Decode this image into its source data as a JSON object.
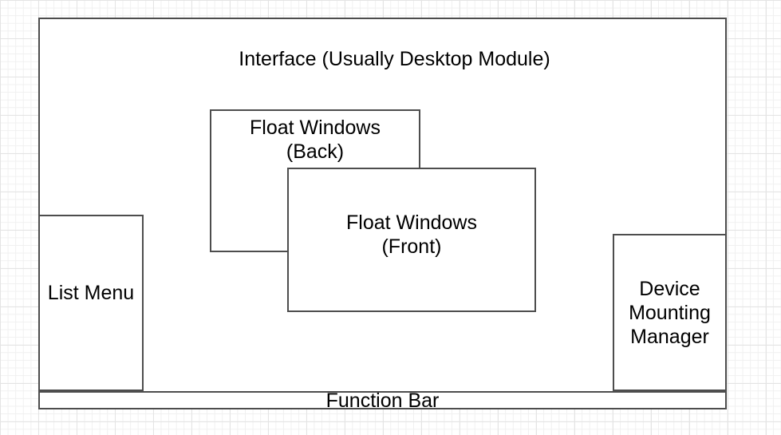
{
  "shapes": {
    "interface": {
      "label": "Interface (Usually Desktop Module)"
    },
    "float_back": {
      "label": "Float Windows\n(Back)"
    },
    "float_front": {
      "label": "Float Windows\n(Front)"
    },
    "list_menu": {
      "label": "List Menu"
    },
    "device_manager": {
      "label": "Device\nMounting\nManager"
    },
    "function_bar": {
      "label": "Function Bar"
    }
  },
  "colors": {
    "shape_border": "#4d4d4d",
    "shape_fill": "#ffffff",
    "text": "#000000",
    "grid_minor": "#f0f0f0",
    "grid_major": "#e4e4e4",
    "canvas_background": "#ffffff"
  }
}
